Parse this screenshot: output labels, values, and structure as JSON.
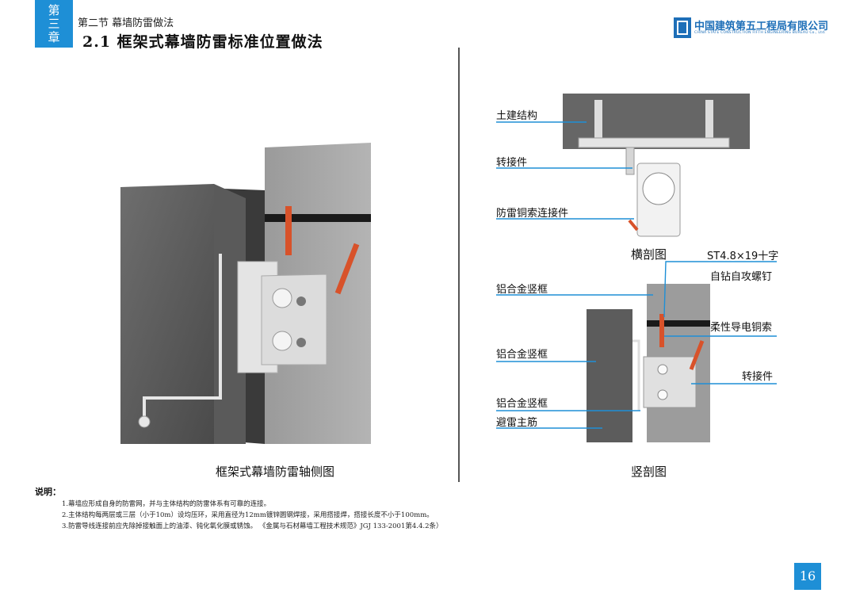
{
  "header": {
    "chapter_chars": [
      "第",
      "三",
      "章"
    ],
    "section": "第二节 幕墙防雷做法",
    "title": "2.1 框架式幕墙防雷标准位置做法",
    "logo_cn": "中国建筑第五工程局有限公司",
    "logo_en": "CHINA STATE CONSTRUCTION FIFTH ENGINEERING BUREAU Co., Ltd."
  },
  "figures": {
    "axonometric_caption": "框架式幕墙防雷轴侧图",
    "horizontal_caption": "横剖图",
    "vertical_caption": "竖剖图"
  },
  "callouts": {
    "civil_structure": "土建结构",
    "adapter_top": "转接件",
    "copper_cable_connector": "防雷铜索连接件",
    "screw_line1": "ST4.8×19十字",
    "screw_line2": "自钻自攻螺钉",
    "mullion_1": "铝合金竖框",
    "flexible_copper": "柔性导电铜索",
    "mullion_2": "铝合金竖框",
    "adapter_bottom": "转接件",
    "mullion_3": "铝合金竖框",
    "lightning_rebar": "避雷主筋"
  },
  "notes": {
    "title": "说明：",
    "items": [
      "1.幕墙应形成自身的防雷网，并与主体结构的防雷体系有可靠的连接。",
      "2.主体结构每两层或三层（小于10m）设均压环，采用直径为12mm镀锌圆钢焊接，采用搭接焊，搭接长度不小于100mm。",
      "3.防雷导线连接前应先除掉接触面上的油漆、钝化氧化膜或锈蚀。 《金属与石材幕墙工程技术规范》JGJ 133-2001第4.4.2条）"
    ]
  },
  "page_number": "16",
  "colors": {
    "accent": "#1e8fd6",
    "callout_line": "#1e8fd6",
    "copper": "#d8522a"
  }
}
